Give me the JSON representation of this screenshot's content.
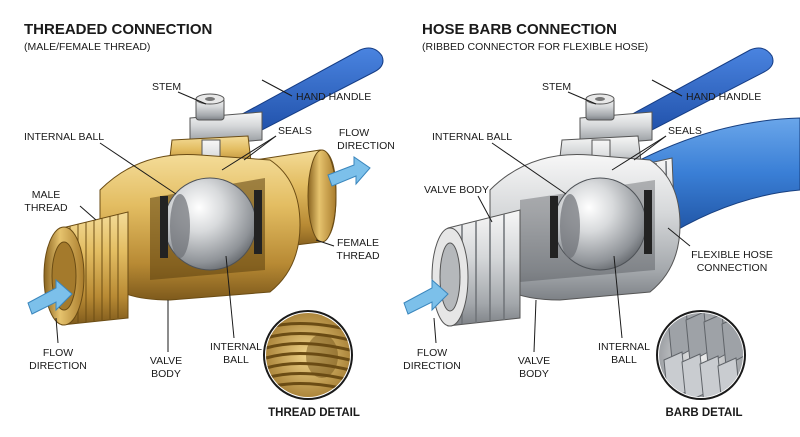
{
  "left_panel": {
    "title": "THREADED CONNECTION",
    "subtitle": "(MALE/FEMALE THREAD)",
    "labels": {
      "stem": "STEM",
      "hand_handle": "HAND HANDLE",
      "internal_ball_top": "INTERNAL BALL",
      "seals": "SEALS",
      "flow_direction_top": [
        "FLOW",
        "DIRECTION"
      ],
      "male_thread": [
        "MALE",
        "THREAD"
      ],
      "female_thread": [
        "FEMALE",
        "THREAD"
      ],
      "flow_direction_bottom": [
        "FLOW",
        "DIRECTION"
      ],
      "valve_body": [
        "VALVE",
        "BODY"
      ],
      "internal_ball_bottom": [
        "INTERNAL",
        "BALL"
      ]
    },
    "detail_caption": "THREAD DETAIL"
  },
  "right_panel": {
    "title": "HOSE BARB CONNECTION",
    "subtitle": "(RIBBED CONNECTOR FOR FLEXIBLE HOSE)",
    "labels": {
      "stem": "STEM",
      "hand_handle": "HAND HANDLE",
      "internal_ball_top": "INTERNAL BALL",
      "seals": "SEALS",
      "valve_body_top": "VALVE BODY",
      "flexible_hose": [
        "FLEXIBLE HOSE",
        "CONNECTION"
      ],
      "flow_direction_bottom": [
        "FLOW",
        "DIRECTION"
      ],
      "valve_body": [
        "VALVE",
        "BODY"
      ],
      "internal_ball_bottom": [
        "INTERNAL",
        "BALL"
      ]
    },
    "detail_caption": "BARB DETAIL"
  },
  "colors": {
    "brass_light": "#f1d58a",
    "brass_mid": "#d4a94a",
    "brass_dark": "#8a6420",
    "steel_light": "#f2f2f2",
    "steel_mid": "#c4c7ca",
    "steel_dark": "#7d8186",
    "handle_blue": "#2b63c4",
    "hose_blue": "#3a7fd6",
    "arrow_blue": "#7cc0ea"
  }
}
